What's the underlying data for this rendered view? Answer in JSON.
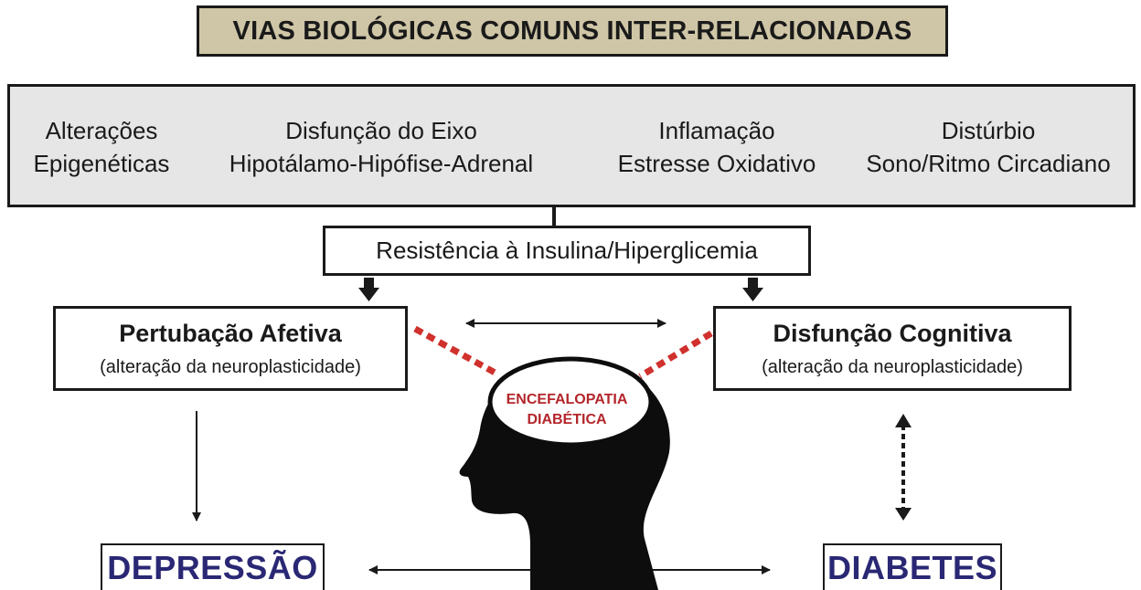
{
  "title": "VIAS BIOLÓGICAS COMUNS INTER-RELACIONADAS",
  "pathways": [
    {
      "line1": "Alterações",
      "line2": "Epigenéticas"
    },
    {
      "line1": "Disfunção do Eixo",
      "line2": "Hipotálamo-Hipófise-Adrenal"
    },
    {
      "line1": "Inflamação",
      "line2": "Estresse Oxidativo"
    },
    {
      "line1": "Distúrbio",
      "line2": "Sono/Ritmo Circadiano"
    }
  ],
  "insulin": "Resistência à Insulina/Hiperglicemia",
  "left_outcome": {
    "title": "Pertubação Afetiva",
    "subtitle": "(alteração da neuroplasticidade)"
  },
  "right_outcome": {
    "title": "Disfunção Cognitiva",
    "subtitle": "(alteração da neuroplasticidade)"
  },
  "brain": {
    "line1": "ENCEFALOPATIA",
    "line2": "DIABÉTICA"
  },
  "depression": "DEPRESSÃO",
  "diabetes": "DIABETES",
  "colors": {
    "title_bg": "#cfc6a7",
    "pathways_bg": "#e6e6e6",
    "accent_red": "#b3262b",
    "final_text": "#2a2874",
    "head": "#0d0d0d"
  }
}
